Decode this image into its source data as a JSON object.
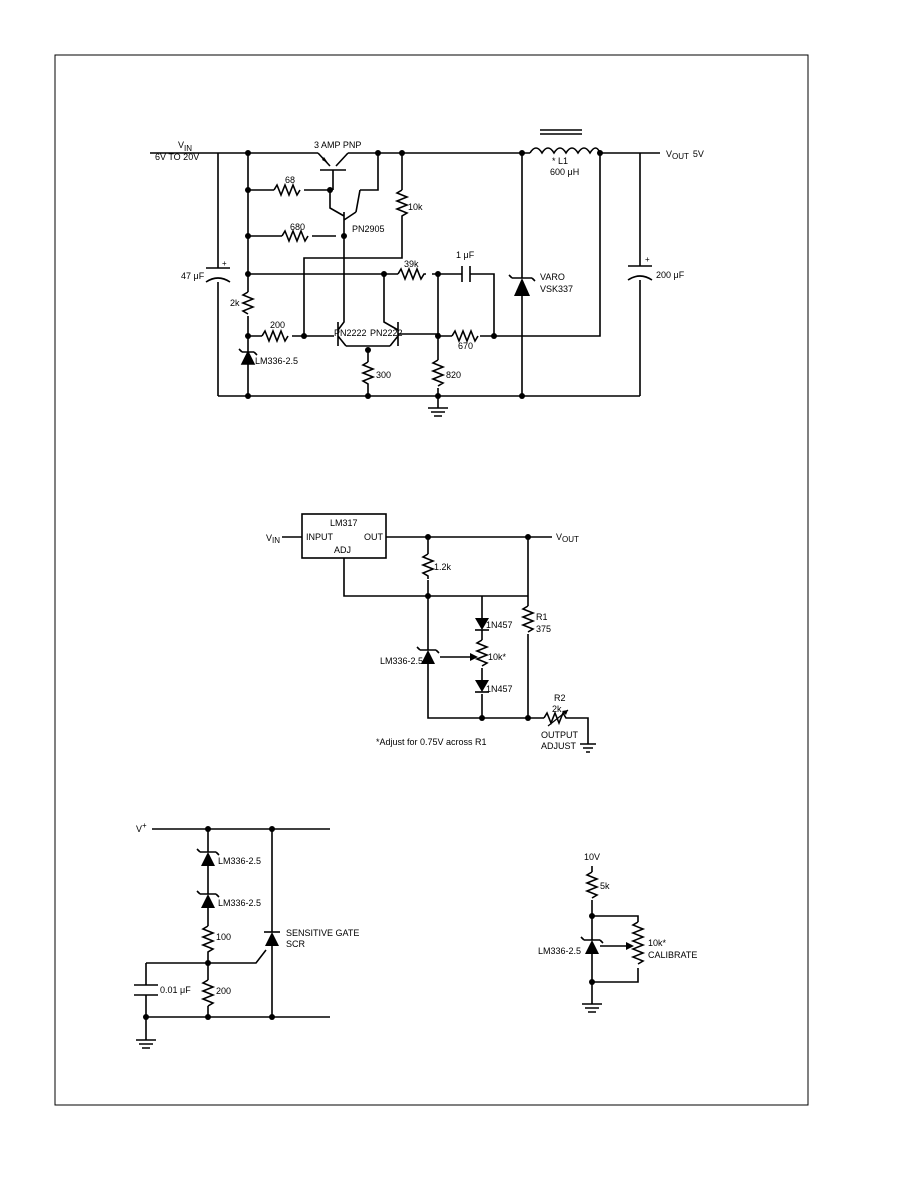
{
  "regulator": {
    "vin_label": "V",
    "vin_sub": "IN",
    "vin_range": "6V TO 20V",
    "pnp_label": "3 AMP PNP",
    "r68": "68",
    "r680": "680",
    "q_pn2905": "PN2905",
    "r10k": "10k",
    "c47": "47 μF",
    "r2k": "2k",
    "r39k": "39k",
    "c1uf": "1 μF",
    "r200": "200",
    "q_pn2222_a": "PN2222",
    "q_pn2222_b": "PN2222",
    "r670": "670",
    "zener": "LM336-2.5",
    "r300": "300",
    "r820": "820",
    "diode": "VARO",
    "diode_part": "VSK337",
    "l1": "* L1",
    "l1_val": "600 μH",
    "vout": "V",
    "vout_sub": "OUT",
    "vout_val": "5V",
    "c200": "200 μF"
  },
  "lm317": {
    "ic_name": "LM317",
    "vin_label": "V",
    "vin_sub": "IN",
    "pin_in": "INPUT",
    "pin_out": "OUT",
    "pin_adj": "ADJ",
    "vout": "V",
    "vout_sub": "OUT",
    "r12k": "1.2k",
    "d1": "1N457",
    "pot10k": "10k*",
    "d2": "1N457",
    "zener": "LM336-2.5",
    "r1": "R1",
    "r1_val": "375",
    "r2": "R2",
    "r2_val": "2k",
    "output_adjust_1": "OUTPUT",
    "output_adjust_2": "ADJUST",
    "note": "*Adjust for 0.75V across R1"
  },
  "scr": {
    "vplus": "V",
    "vplus_sup": "+",
    "zener1": "LM336-2.5",
    "zener2": "LM336-2.5",
    "r100": "100",
    "scr_1": "SENSITIVE GATE",
    "scr_2": "SCR",
    "cap": "0.01 μF",
    "r200": "200"
  },
  "calib": {
    "v10": "10V",
    "r5k": "5k",
    "zener": "LM336-2.5",
    "pot": "10k*",
    "calibrate": "CALIBRATE"
  }
}
